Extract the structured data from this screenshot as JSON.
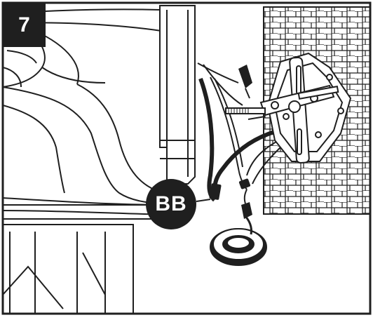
{
  "step": {
    "number": "7"
  },
  "callout": {
    "label": "BB"
  },
  "icons": {
    "step_badge": "step-number-badge",
    "wall": "brick-wall",
    "bracket": "mounting-bracket",
    "tape": "electrical-tape-roll",
    "connector": "wire-nut-connector",
    "fixture": "lantern-fixture"
  },
  "colors": {
    "ink": "#1f1f1f",
    "paper": "#ffffff"
  }
}
